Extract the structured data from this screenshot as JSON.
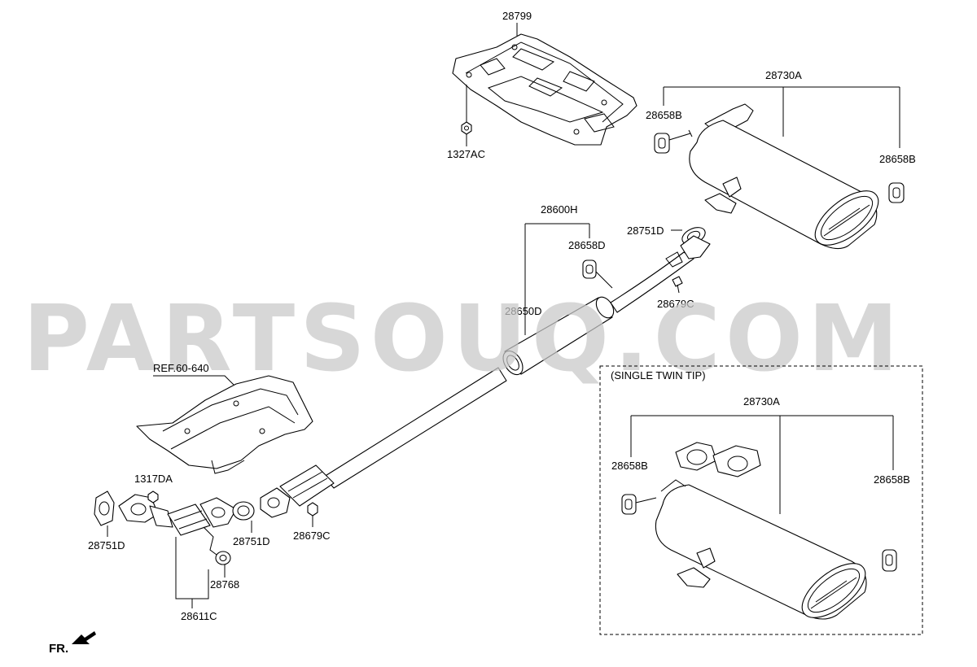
{
  "watermark": "PARTSOUQ.COM",
  "variant_box_title": "(SINGLE TWIN TIP)",
  "front_indicator": "FR.",
  "labels": {
    "heat_shield_rear": "28799",
    "nut_1327ac": "1327AC",
    "muffler_assy": "28730A",
    "hanger_left": "28658B",
    "hanger_right": "28658B",
    "center_pipe_assy": "28600H",
    "hanger_center": "28658D",
    "gasket_rear": "28751D",
    "bolt_rear": "28679C",
    "center_muffler": "28650D",
    "ref": "REF.60-640",
    "bolt_front_flange": "1317DA",
    "gasket_front_left": "28751D",
    "gasket_front_mid": "28751D",
    "bolt_front": "28679C",
    "bracket_28768": "28768",
    "front_pipe_assy": "28611C",
    "twin_muffler_assy": "28730A",
    "twin_hanger_left": "28658B",
    "twin_hanger_right": "28658B"
  }
}
